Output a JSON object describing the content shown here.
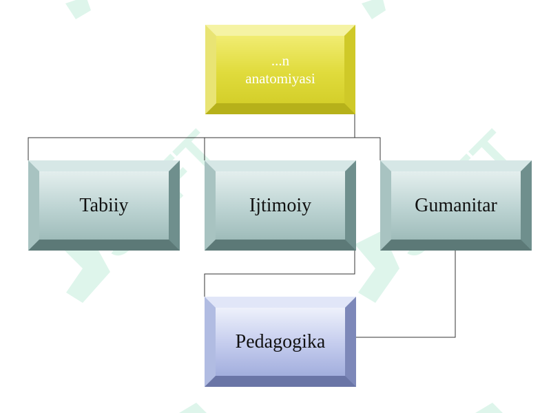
{
  "diagram": {
    "nodes": [
      {
        "id": "top",
        "label_line1": "...n",
        "label_line2": "anatomiyasi"
      },
      {
        "id": "tabiiy",
        "label": "Tabiiy"
      },
      {
        "id": "ijtimoiy",
        "label": "Ijtimoiy"
      },
      {
        "id": "gumanitar",
        "label": "Gumanitar"
      },
      {
        "id": "pedagogika",
        "label": "Pedagogika"
      }
    ],
    "edges": [
      {
        "from": "top",
        "to": "tabiiy"
      },
      {
        "from": "top",
        "to": "ijtimoiy"
      },
      {
        "from": "top",
        "to": "gumanitar"
      },
      {
        "from": "ijtimoiy",
        "to": "pedagogika"
      },
      {
        "from": "gumanitar",
        "to": "pedagogika"
      }
    ]
  },
  "colors": {
    "top_fill": "#e0db3c",
    "teal_fill": "#bcd3d2",
    "blue_fill": "#c3cbed",
    "connector": "#333333",
    "watermark": "#2fbf7f"
  },
  "watermark": {
    "text": "SOFT"
  }
}
